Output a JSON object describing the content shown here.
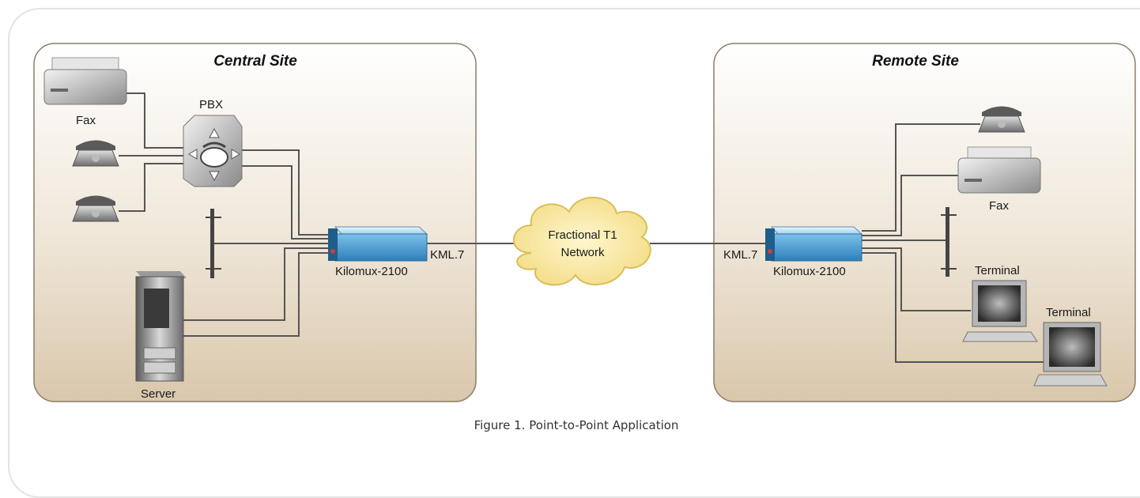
{
  "central_site": {
    "title": "Central Site",
    "fax_label": "Fax",
    "pbx_label": "PBX",
    "server_label": "Server",
    "mux_label": "Kilomux-2100",
    "link_label": "KML.7"
  },
  "network": {
    "line1": "Fractional T1",
    "line2": "Network"
  },
  "remote_site": {
    "title": "Remote Site",
    "fax_label": "Fax",
    "terminal1_label": "Terminal",
    "terminal2_label": "Terminal",
    "mux_label": "Kilomux-2100",
    "link_label": "KML.7"
  },
  "caption": "Figure 1.  Point-to-Point Application"
}
